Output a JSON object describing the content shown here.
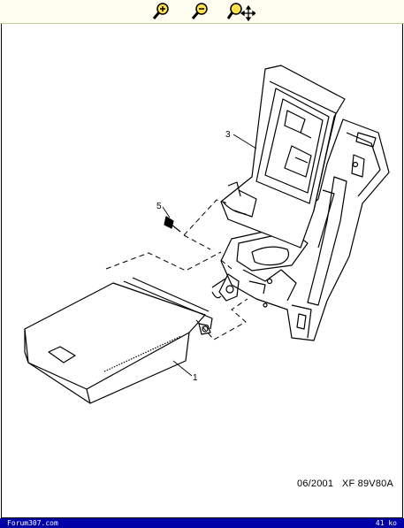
{
  "toolbar": {
    "icons": [
      "zoom-in-icon",
      "zoom-out-icon",
      "zoom-pan-icon"
    ],
    "accent_color": "#f0c000"
  },
  "diagram": {
    "callouts": [
      {
        "id": "callout-1",
        "label": "1"
      },
      {
        "id": "callout-3",
        "label": "3"
      },
      {
        "id": "callout-5",
        "label": "5"
      }
    ]
  },
  "footer": {
    "reference": "06/2001   XF 89V80A"
  },
  "statusbar": {
    "site": "Forum307.com",
    "size": "41 ko",
    "background": "#0000a8"
  }
}
